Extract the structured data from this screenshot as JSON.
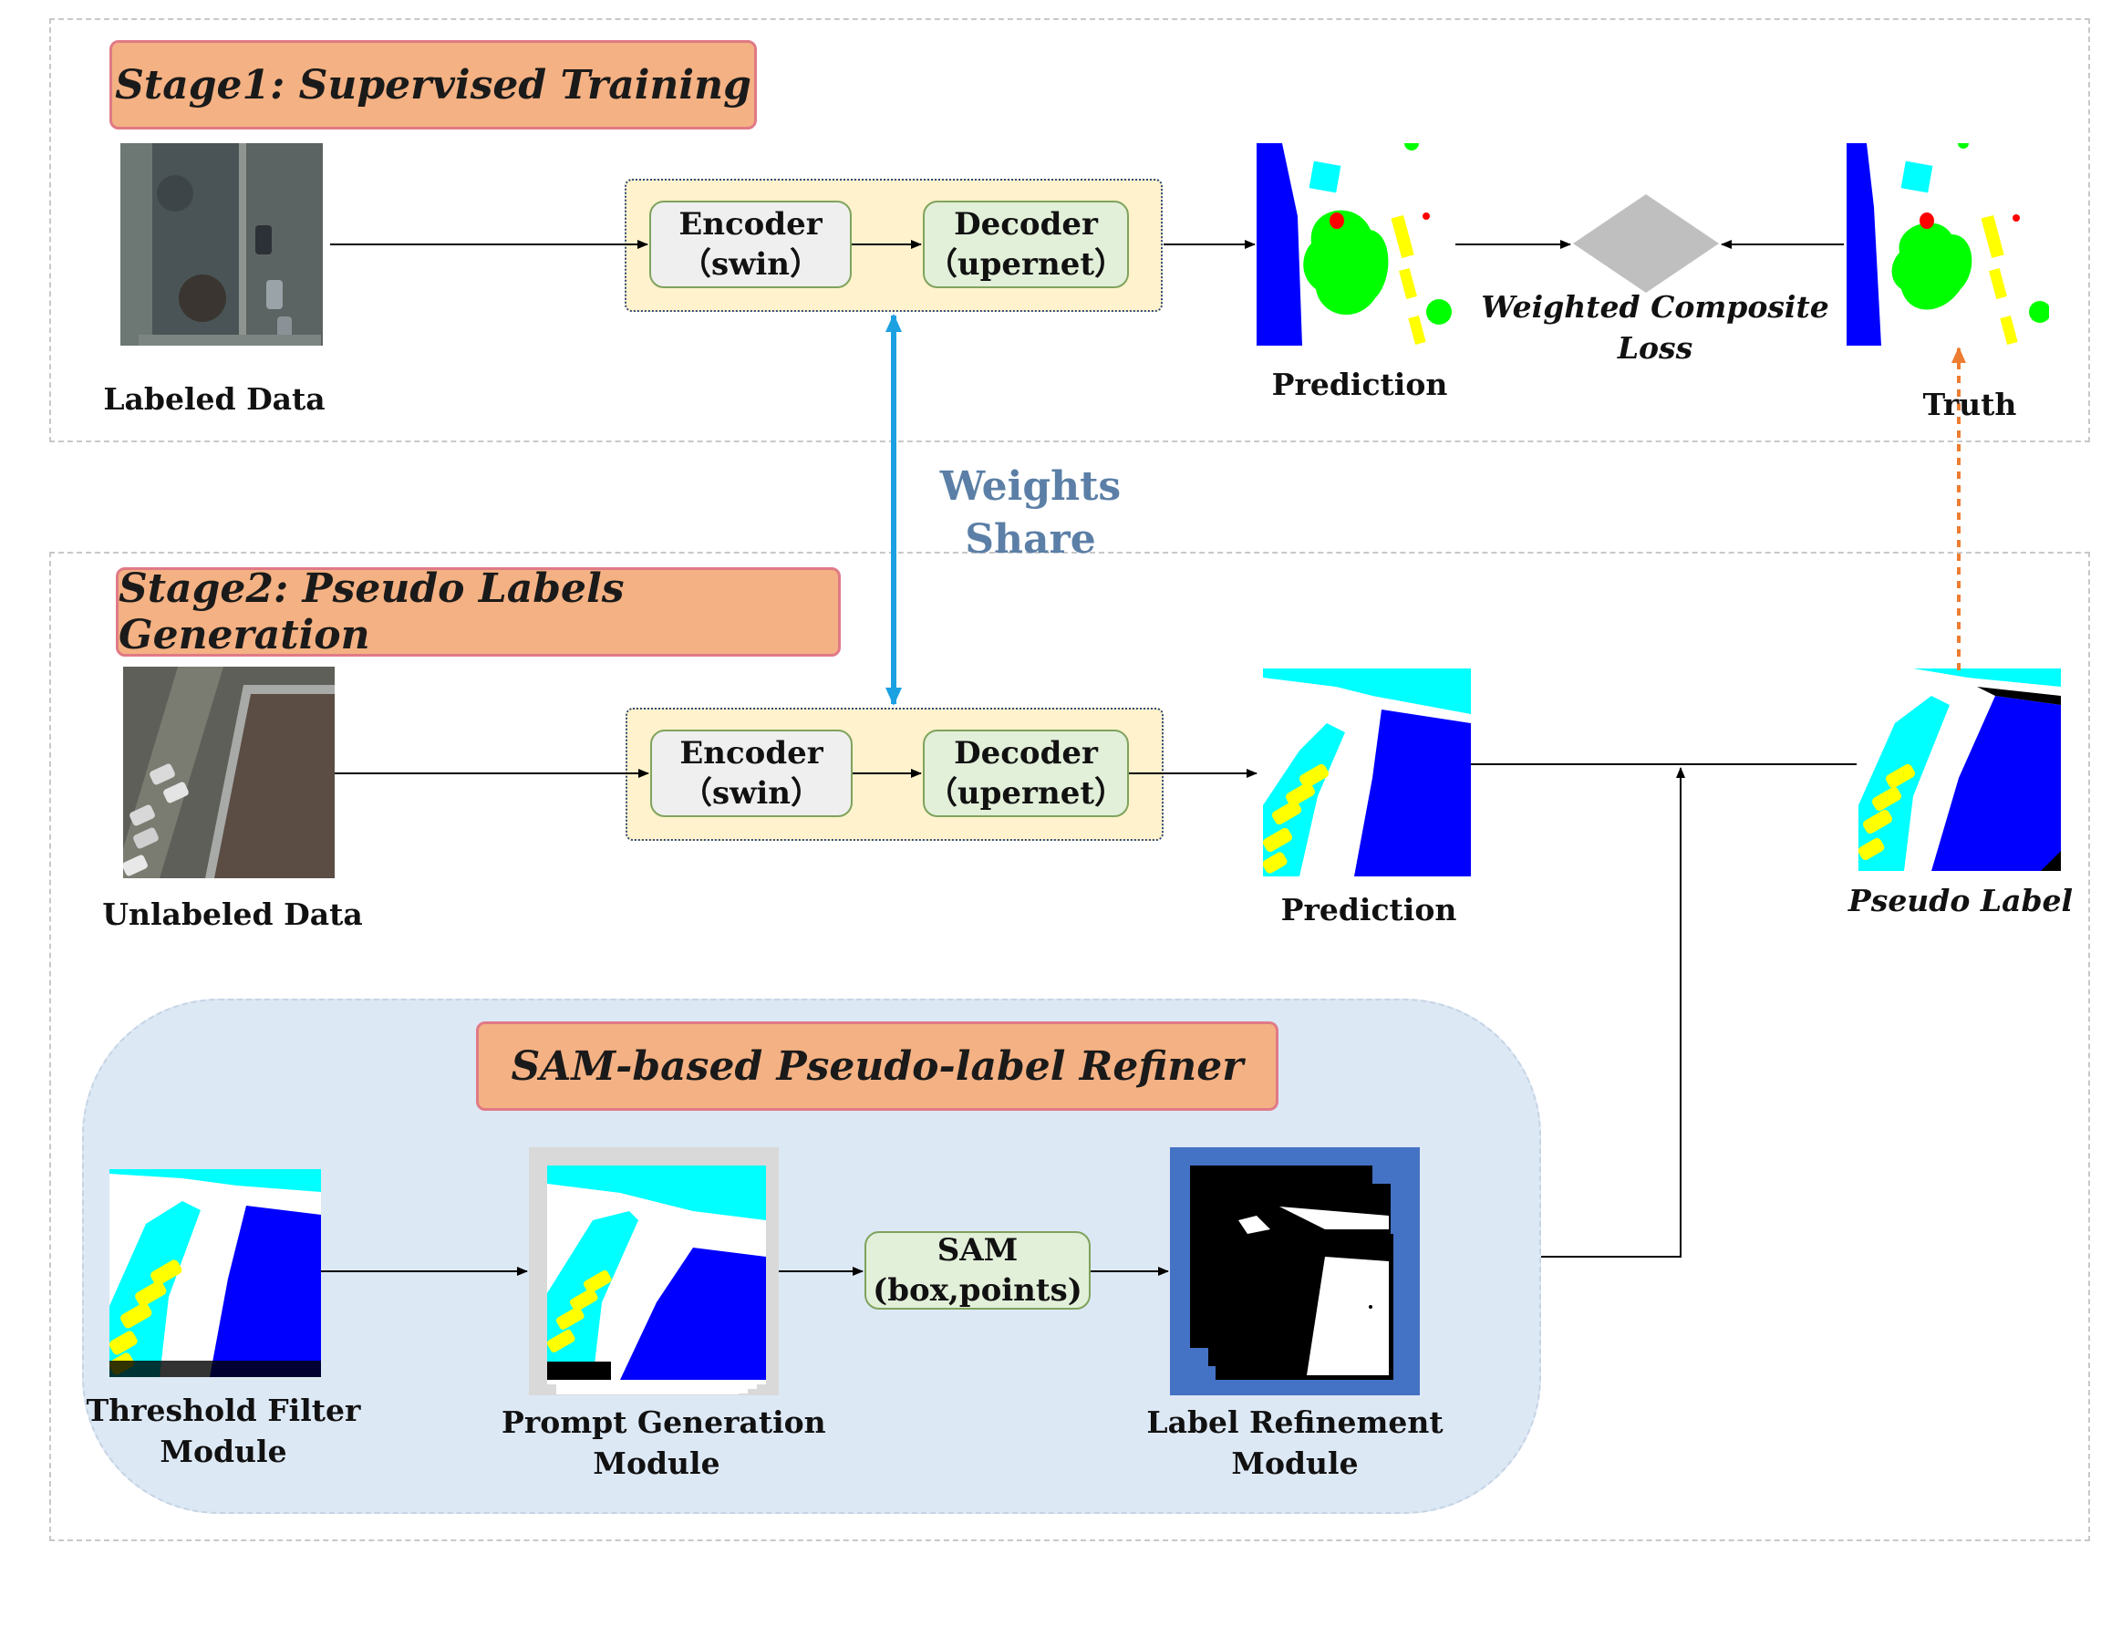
{
  "stage1": {
    "title": "Stage1: Supervised Training",
    "input_label": "Labeled Data",
    "encoder": {
      "line1": "Encoder",
      "line2": "（swin）"
    },
    "decoder": {
      "line1": "Decoder",
      "line2": "（upernet）"
    },
    "prediction_label": "Prediction",
    "loss_label": "Weighted Composite Loss",
    "truth_label": "Truth"
  },
  "weights_share": {
    "line1": "Weights",
    "line2": "Share"
  },
  "stage2": {
    "title": "Stage2: Pseudo Labels Generation",
    "input_label": "Unlabeled Data",
    "encoder": {
      "line1": "Encoder",
      "line2": "（swin）"
    },
    "decoder": {
      "line1": "Decoder",
      "line2": "（upernet）"
    },
    "prediction_label": "Prediction",
    "pseudo_label": "Pseudo Label"
  },
  "refiner": {
    "title": "SAM-based Pseudo-label Refiner",
    "threshold": {
      "line1": "Threshold Filter",
      "line2": "Module"
    },
    "prompt": {
      "line1": "Prompt Generation",
      "line2": "Module"
    },
    "sam": {
      "line1": "SAM",
      "line2": "(box,points)"
    },
    "refinement": {
      "line1": "Label Refinement",
      "line2": "Module"
    }
  },
  "colors": {
    "title_fill": "#f4b183",
    "title_border": "#e07a86",
    "module_fill": "#fff2cc",
    "weights_text": "#5b7fa6",
    "weights_arrow": "#1ba1e2",
    "feedback_arrow": "#ed7d31",
    "loss_diamond": "#bfbfbf",
    "seg_blue": "#0000ff",
    "seg_cyan": "#00ffff",
    "seg_green": "#00ff00",
    "seg_yellow": "#ffff00",
    "seg_red": "#ff0000"
  }
}
